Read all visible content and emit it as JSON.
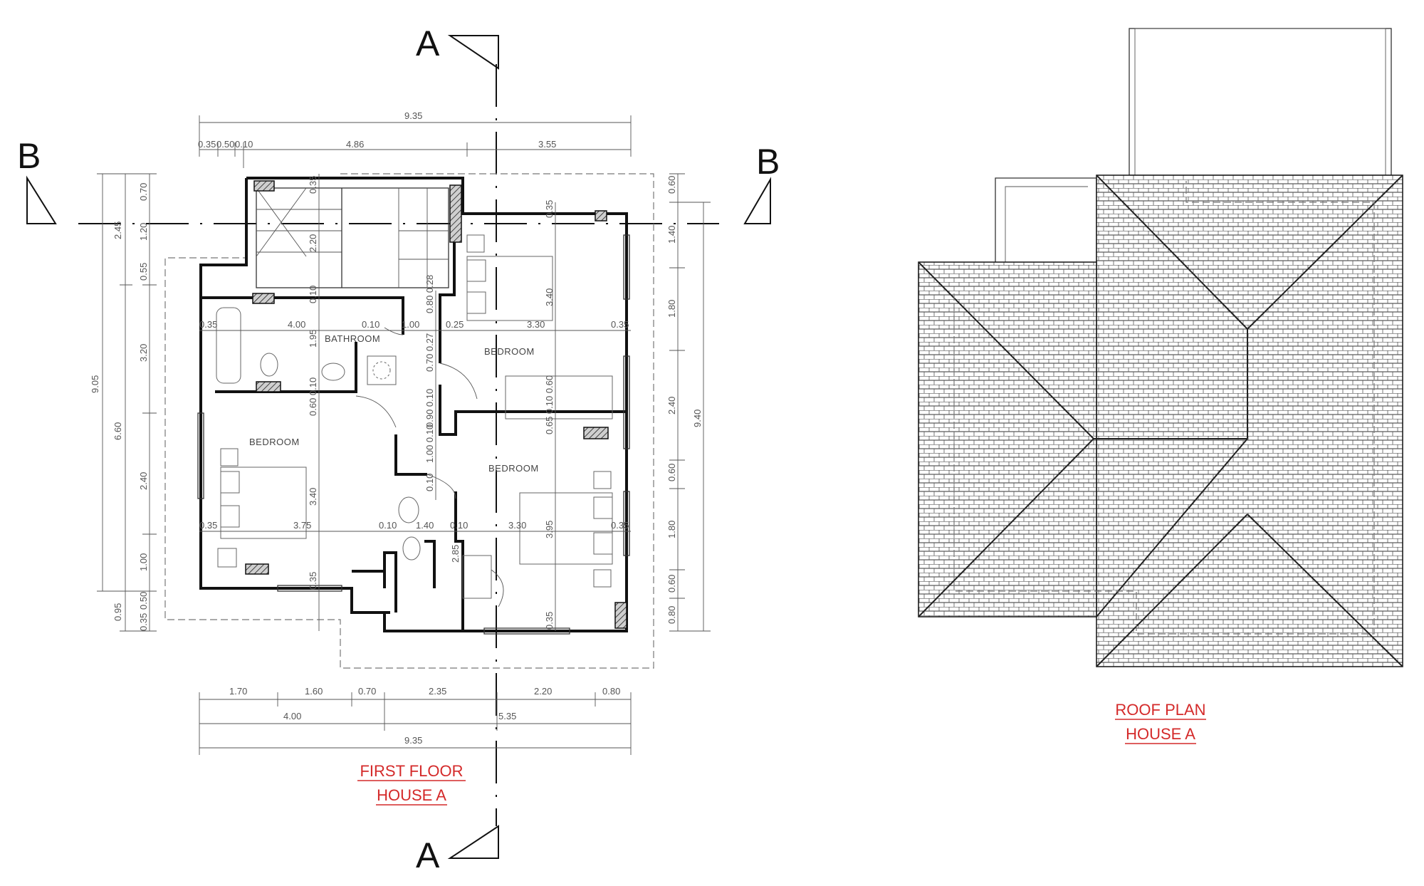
{
  "section_marks": {
    "a": "A",
    "b": "B"
  },
  "rooms": {
    "bathroom": "BATHROOM",
    "bedroom_1": "BEDROOM",
    "bedroom_2": "BEDROOM",
    "bedroom_3": "BEDROOM"
  },
  "first_floor": {
    "title_1": "FIRST FLOOR",
    "title_2": "HOUSE A"
  },
  "roof_plan": {
    "title_1": "ROOF PLAN",
    "title_2": "HOUSE A"
  },
  "dimensions": {
    "top_overall": "9.35",
    "top_a": "0.35",
    "top_b": "0.50",
    "top_c": "0.10",
    "top_d": "4.86",
    "top_e": "3.55",
    "left_overall": "9.05",
    "left_mid": "6.60",
    "left_top": "2.45",
    "left_bottom": "0.95",
    "left_s1": "0.70",
    "left_s2": "1.20",
    "left_s3": "0.55",
    "left_s4": "3.20",
    "left_s5": "2.40",
    "left_s6": "1.00",
    "left_s7": "0.50",
    "left_s8": "0.35",
    "right_overall": "9.40",
    "right_s1": "0.60",
    "right_s2": "1.40",
    "right_s3": "1.80",
    "right_s4": "2.40",
    "right_s5": "0.60",
    "right_s6": "1.80",
    "right_s7": "0.60",
    "right_s8": "0.80",
    "bot_1": "1.70",
    "bot_2": "1.60",
    "bot_3": "0.70",
    "bot_4": "2.35",
    "bot_5": "2.20",
    "bot_6": "0.80",
    "bot_mid_left": "4.00",
    "bot_mid_right": "5.35",
    "bot_overall": "9.35",
    "in_035_a": "0.35",
    "in_400": "4.00",
    "in_010_a": "0.10",
    "in_100": "1.00",
    "in_025": "0.25",
    "in_330_a": "3.30",
    "in_035_b": "0.35",
    "in_195": "1.95",
    "in_220": "2.20",
    "in_340_a": "3.40",
    "in_340_b": "3.40",
    "in_035_c": "0.35",
    "in_375": "3.75",
    "in_010_b": "0.10",
    "in_140": "1.40",
    "in_010_c": "0.10",
    "in_330_b": "3.30",
    "in_395": "3.95",
    "in_035_d": "0.35",
    "in_285": "2.85",
    "in_035_e": "0.35",
    "in_035_f": "0.35",
    "in_035_g": "0.35",
    "in_035_h": "0.35",
    "in_060_010": "0.60 0.10",
    "in_065_010_060": "0.65 0.10 0.60",
    "in_v_chain_a": "0.80 0.28",
    "in_v_chain_b": "0.70 0.27",
    "in_v_chain_c": "0.90 0.10",
    "in_v_chain_d": "1.00 0.10",
    "in_v_chain_e": "0.10",
    "in_v_chain_f": "0.10"
  }
}
